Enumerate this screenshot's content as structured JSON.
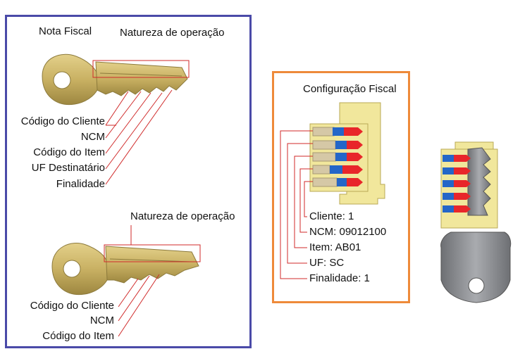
{
  "top_key": {
    "title": "Nota Fiscal",
    "highlight_label": "Natureza de operação",
    "cut_labels": [
      "Código do Cliente",
      "NCM",
      "Código do Item",
      "UF Destinatário",
      "Finalidade"
    ]
  },
  "bottom_key": {
    "highlight_label": "Natureza de operação",
    "cut_labels": [
      "Código do Cliente",
      "NCM",
      "Código do Item"
    ]
  },
  "lock": {
    "title": "Configuração Fiscal",
    "pin_labels": [
      "Cliente: 1",
      "NCM: 09012100",
      "Item: AB01",
      "UF: SC",
      "Finalidade: 1"
    ]
  },
  "colors": {
    "left_border": "#4a4aa8",
    "mid_border": "#ee8a3a",
    "callout": "#d02a2a",
    "key_brass": "#c9b163",
    "lock_housing": "#f1e79c",
    "pin_blue": "#2466c8",
    "pin_red": "#e8262a"
  }
}
